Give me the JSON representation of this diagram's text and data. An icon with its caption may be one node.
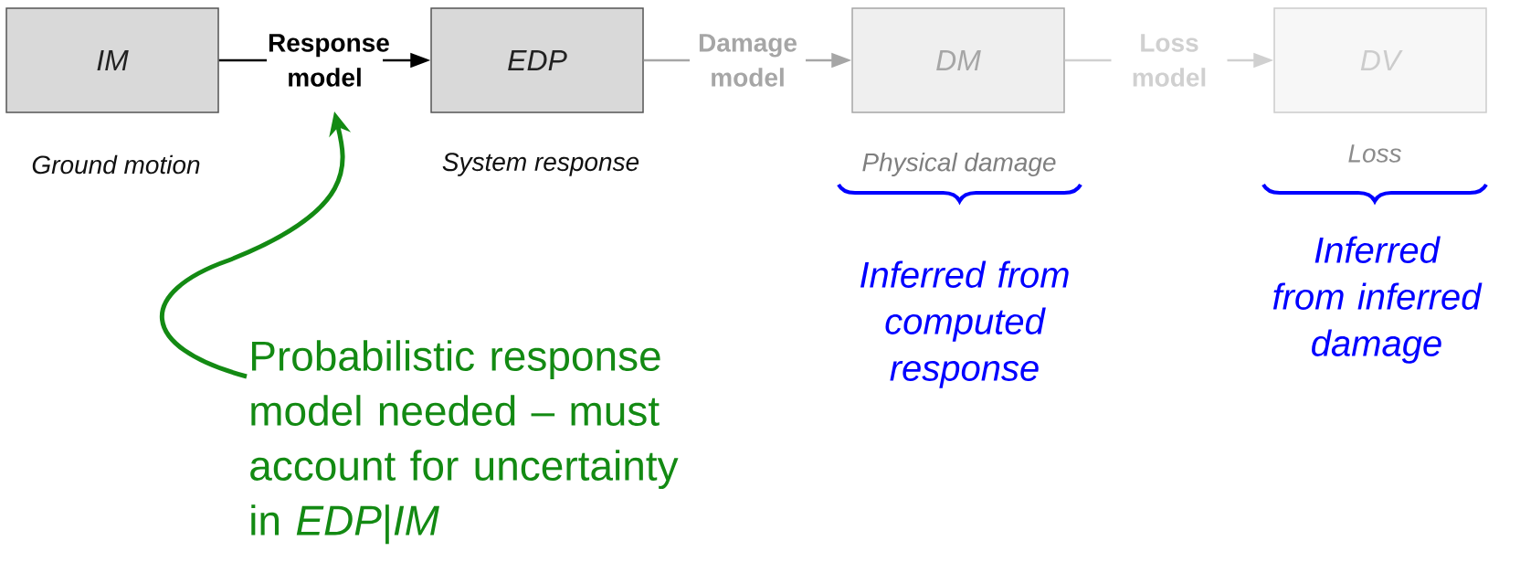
{
  "diagram": {
    "nodes": [
      {
        "text": [
          "IM"
        ],
        "beside": [
          "Ground motion"
        ]
      },
      {
        "text": [
          "EDP"
        ],
        "beside": [
          "System response"
        ]
      },
      {
        "text": [
          "DM"
        ],
        "beside": [
          "Physical damage"
        ]
      },
      {
        "text": [
          "DV"
        ],
        "beside": [
          "Loss"
        ]
      },
      {
        "text": [
          "Probabilistic response model needed – must account for uncertainty in *EDP*|*IM*"
        ]
      }
    ],
    "edges": [
      {
        "from": 0,
        "to": 1,
        "arrow": "to",
        "label": "Response model"
      },
      {
        "from": 1,
        "to": 2,
        "arrow": "to",
        "label": "Damage model",
        "color": "#a6a6a6"
      },
      {
        "from": 2,
        "to": 3,
        "arrow": "to",
        "label": "Loss model",
        "color": "#d0d0d0"
      },
      {
        "from": 4,
        "to": null,
        "arrow": "to",
        "style": "thick",
        "color": "#138a13"
      }
    ],
    "labels": [
      "Inferred from computed response",
      "Inferred from inferred damage"
    ]
  }
}
